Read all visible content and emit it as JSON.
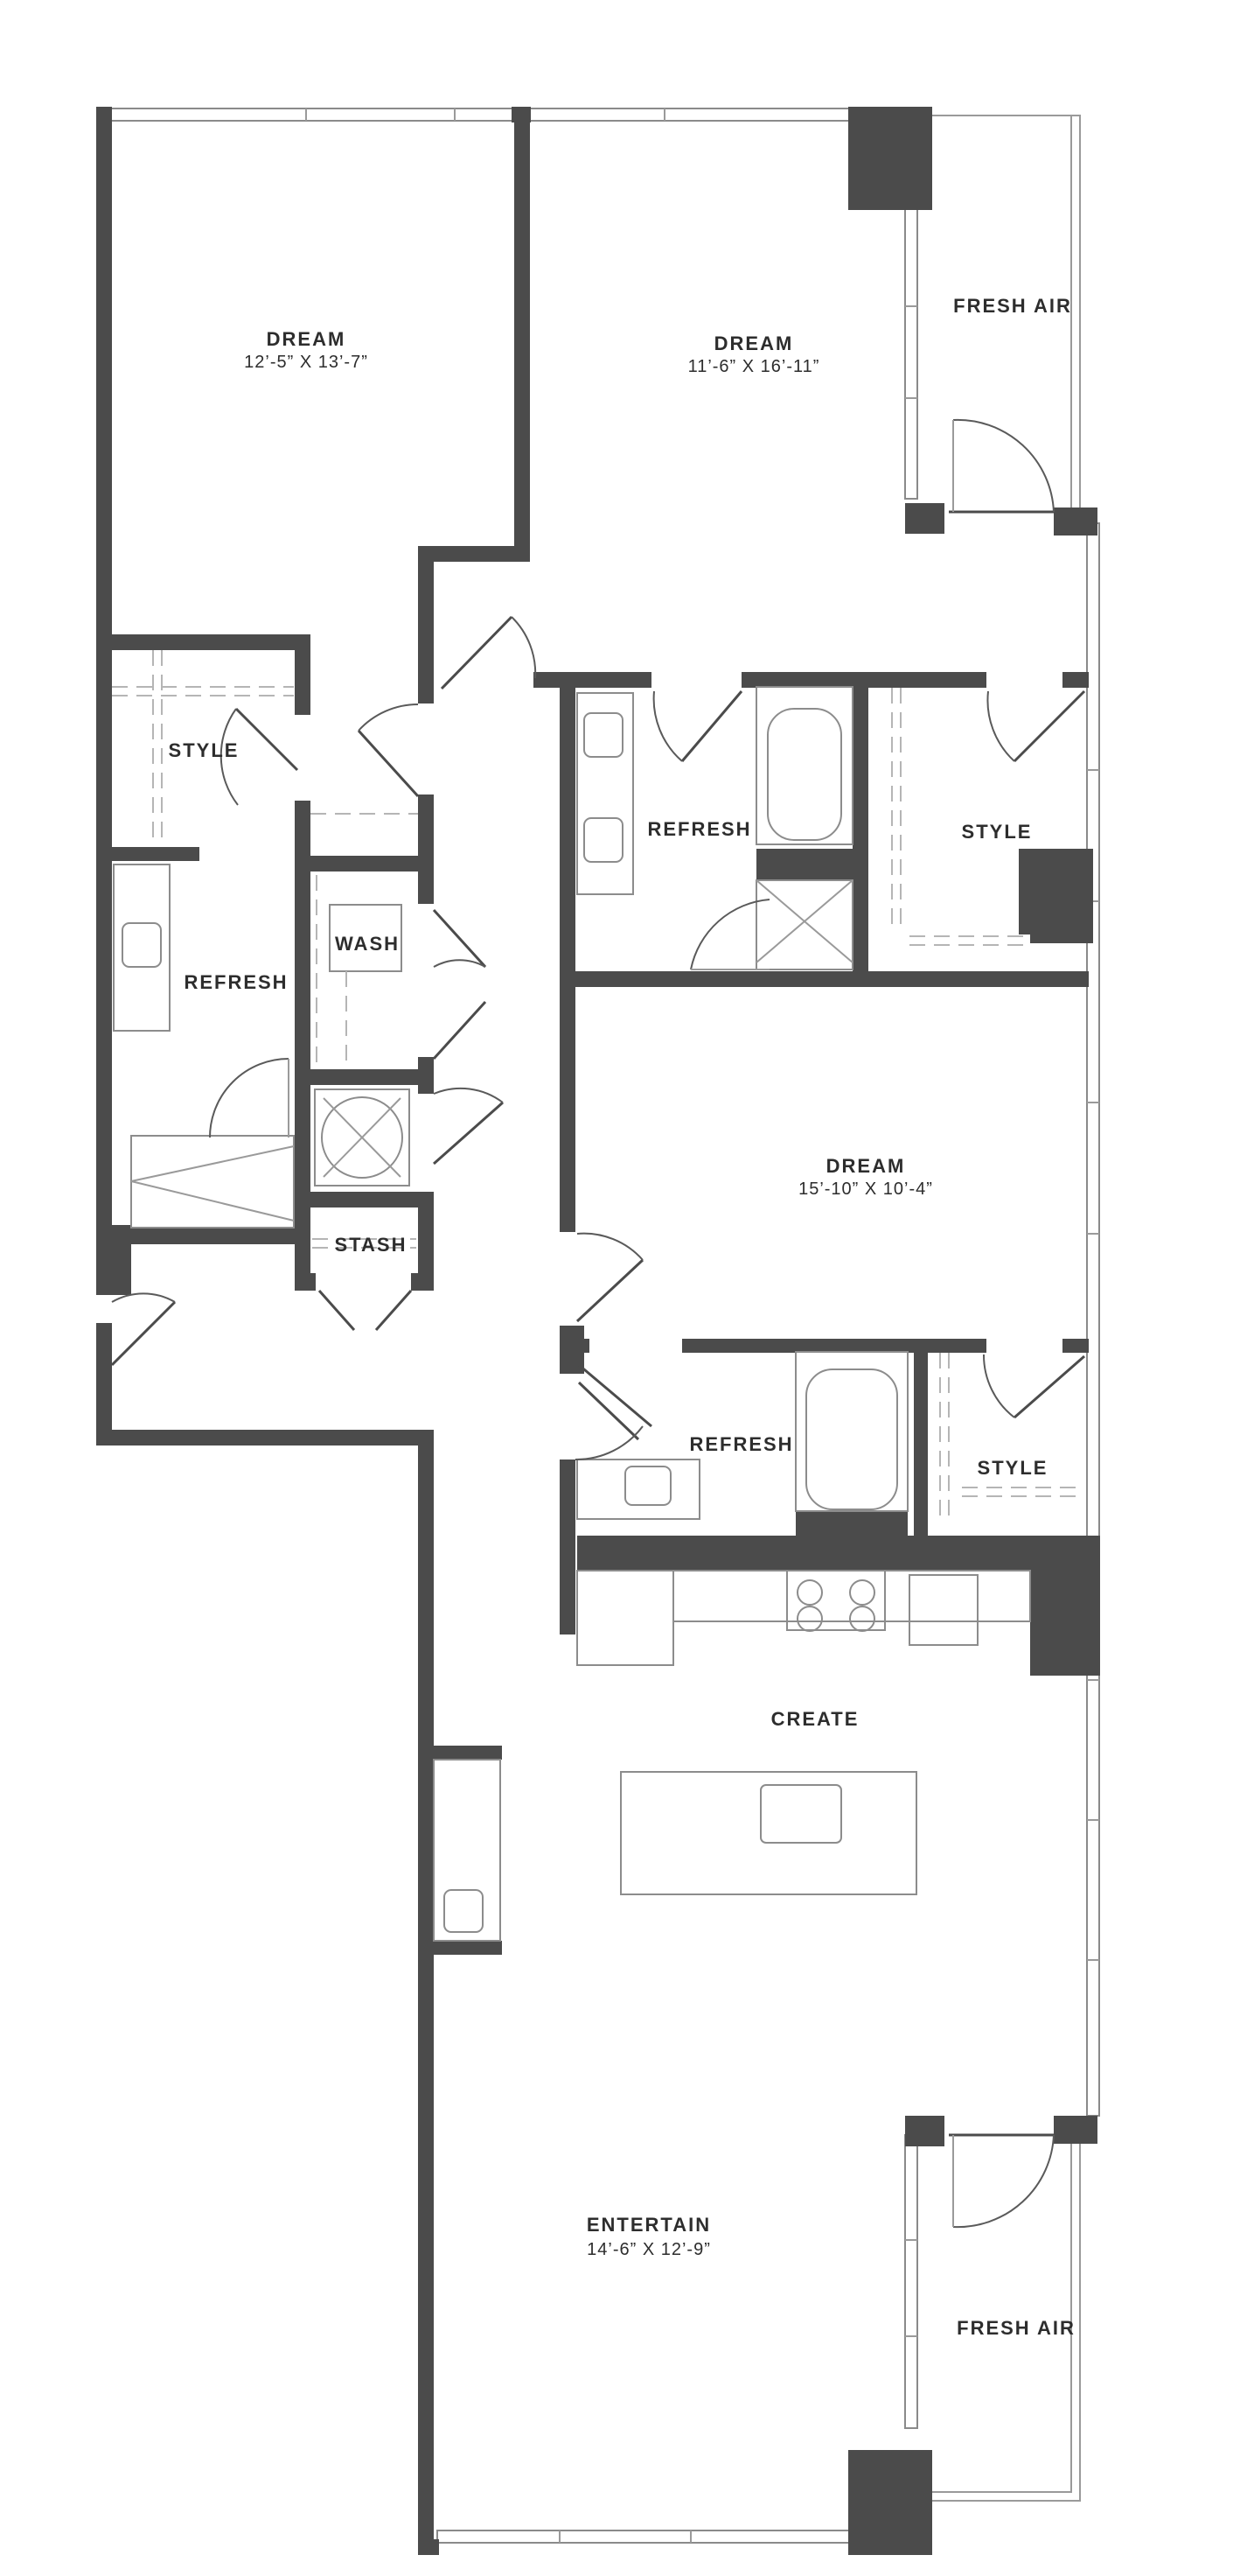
{
  "rooms": [
    {
      "id": "dream-1",
      "name": "DREAM",
      "dims": "12’-5” X 13’-7”"
    },
    {
      "id": "dream-2",
      "name": "DREAM",
      "dims": "11’-6” X 16’-11”"
    },
    {
      "id": "fresh-air-1",
      "name": "FRESH AIR",
      "dims": ""
    },
    {
      "id": "style-1",
      "name": "STYLE",
      "dims": ""
    },
    {
      "id": "refresh-1",
      "name": "REFRESH",
      "dims": ""
    },
    {
      "id": "refresh-2",
      "name": "REFRESH",
      "dims": ""
    },
    {
      "id": "style-2",
      "name": "STYLE",
      "dims": ""
    },
    {
      "id": "wash",
      "name": "WASH",
      "dims": ""
    },
    {
      "id": "stash",
      "name": "STASH",
      "dims": ""
    },
    {
      "id": "dream-3",
      "name": "DREAM",
      "dims": "15’-10” X 10’-4”"
    },
    {
      "id": "refresh-3",
      "name": "REFRESH",
      "dims": ""
    },
    {
      "id": "style-3",
      "name": "STYLE",
      "dims": ""
    },
    {
      "id": "create",
      "name": "CREATE",
      "dims": ""
    },
    {
      "id": "entertain",
      "name": "ENTERTAIN",
      "dims": "14’-6” X 12’-9”"
    },
    {
      "id": "fresh-air-2",
      "name": "FRESH AIR",
      "dims": ""
    }
  ],
  "colors": {
    "wall": "#4b4b4b",
    "line": "#9a9a9a",
    "label": "#2d2d2d"
  }
}
